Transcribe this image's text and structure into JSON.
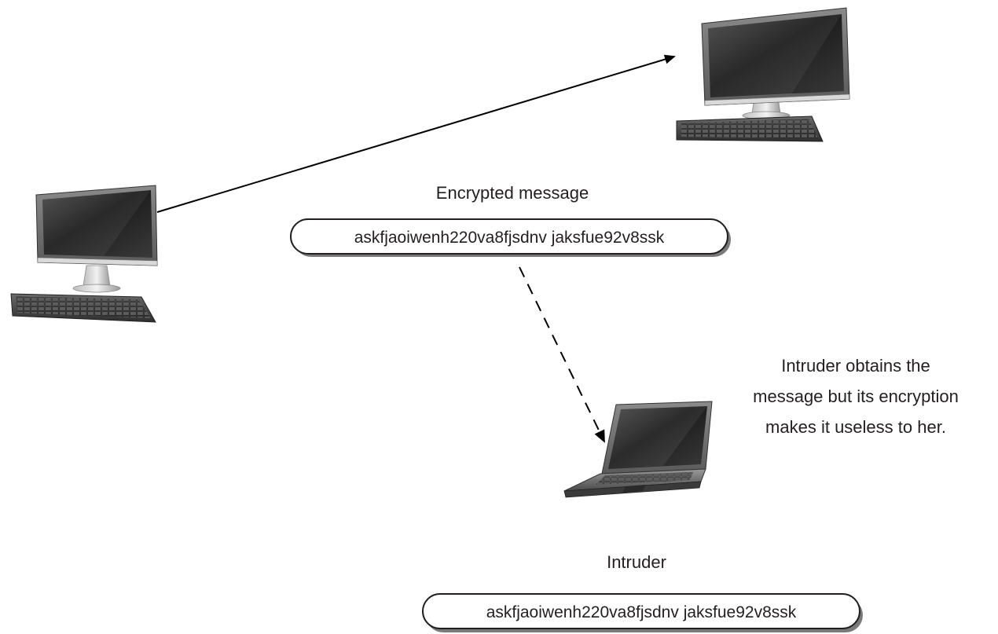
{
  "labels": {
    "encrypted_message": "Encrypted message",
    "intruder": "Intruder",
    "note_line1": "Intruder obtains the",
    "note_line2": "message but its encryption",
    "note_line3": "makes it useless to her."
  },
  "messages": {
    "transmitted": "askfjaoiwenh220va8fjsdnv jaksfue92v8ssk",
    "intercepted": "askfjaoiwenh220va8fjsdnv jaksfue92v8ssk"
  },
  "nodes": {
    "sender": "desktop-computer-icon",
    "receiver": "desktop-computer-icon",
    "intruder": "laptop-icon"
  }
}
